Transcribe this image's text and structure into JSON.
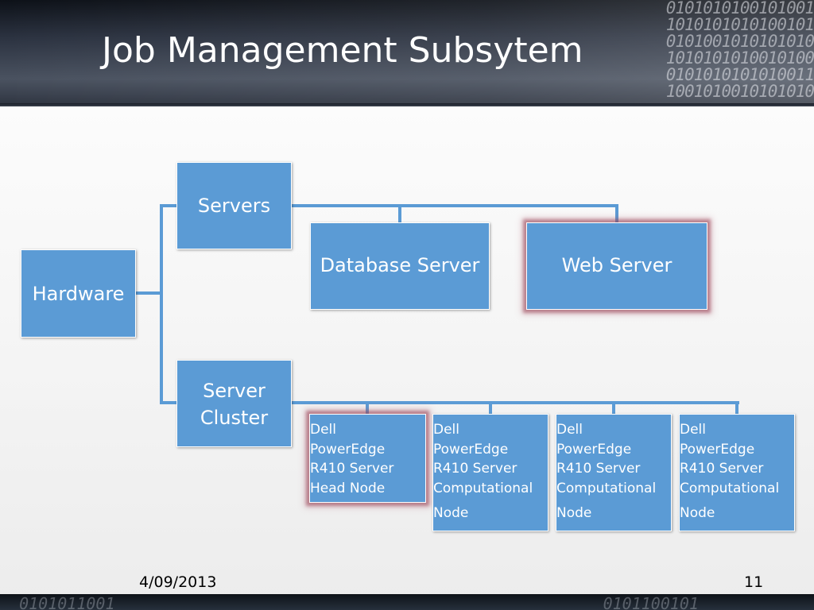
{
  "slide": {
    "title": "Job Management Subsytem",
    "date": "4/09/2013",
    "slide_number": "11"
  },
  "diagram": {
    "root": "Hardware",
    "servers": {
      "label": "Servers",
      "children": [
        "Database Server",
        "Web Server"
      ]
    },
    "cluster": {
      "label_line1": "Server",
      "label_line2": "Cluster",
      "nodes": [
        {
          "line1": "Dell",
          "line2": "PowerEdge",
          "line3": "R410 Server",
          "line4": "Head Node",
          "line5": ""
        },
        {
          "line1": "Dell",
          "line2": "PowerEdge",
          "line3": "R410 Server",
          "line4": "Computational",
          "line5": "Node"
        },
        {
          "line1": "Dell",
          "line2": "PowerEdge",
          "line3": "R410 Server",
          "line4": "Computational",
          "line5": "Node"
        },
        {
          "line1": "Dell",
          "line2": "PowerEdge",
          "line3": "R410 Server",
          "line4": "Computational",
          "line5": "Node"
        }
      ]
    },
    "colors": {
      "box_fill": "#5b9bd5",
      "connector": "#5b9bd5",
      "highlight_glow": "#963c50"
    }
  }
}
